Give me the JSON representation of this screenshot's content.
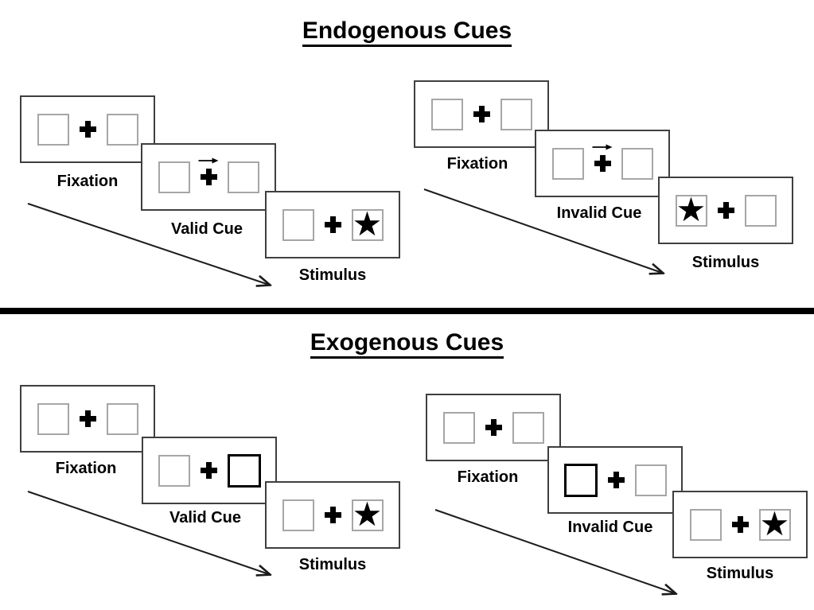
{
  "diagram": {
    "description": "Posner attention cueing task trial sequences",
    "colors": {
      "background": "#ffffff",
      "panel_border": "#3f3f3f",
      "placeholder_square_border": "#a6a6a6",
      "exogenous_cue_square_border": "#000000",
      "ink": "#000000",
      "divider": "#000000"
    },
    "glyphs": {
      "star": "★"
    },
    "icons": {
      "plus": "plus-icon (central fixation cross)",
      "cue_arrow": "right-arrow-icon (endogenous cue above fixation cross)",
      "sequence_arrow": "diagonal-arrow-icon (time course of trial)"
    },
    "sections": [
      {
        "title": "Endogenous Cues",
        "groups": [
          {
            "name": "endogenous-valid",
            "panels": [
              {
                "label": "Fixation",
                "type": "fixation"
              },
              {
                "label": "Valid Cue",
                "type": "endogenous-cue",
                "cue_side": "right"
              },
              {
                "label": "Stimulus",
                "type": "stimulus",
                "star_side": "right"
              }
            ]
          },
          {
            "name": "endogenous-invalid",
            "panels": [
              {
                "label": "Fixation",
                "type": "fixation"
              },
              {
                "label": "Invalid Cue",
                "type": "endogenous-cue",
                "cue_side": "right"
              },
              {
                "label": "Stimulus",
                "type": "stimulus",
                "star_side": "left"
              }
            ]
          }
        ]
      },
      {
        "title": "Exogenous Cues",
        "groups": [
          {
            "name": "exogenous-valid",
            "panels": [
              {
                "label": "Fixation",
                "type": "fixation"
              },
              {
                "label": "Valid Cue",
                "type": "exogenous-cue",
                "cue_side": "right"
              },
              {
                "label": "Stimulus",
                "type": "stimulus",
                "star_side": "right"
              }
            ]
          },
          {
            "name": "exogenous-invalid",
            "panels": [
              {
                "label": "Fixation",
                "type": "fixation"
              },
              {
                "label": "Invalid Cue",
                "type": "exogenous-cue",
                "cue_side": "left"
              },
              {
                "label": "Stimulus",
                "type": "stimulus",
                "star_side": "right"
              }
            ]
          }
        ]
      }
    ]
  }
}
